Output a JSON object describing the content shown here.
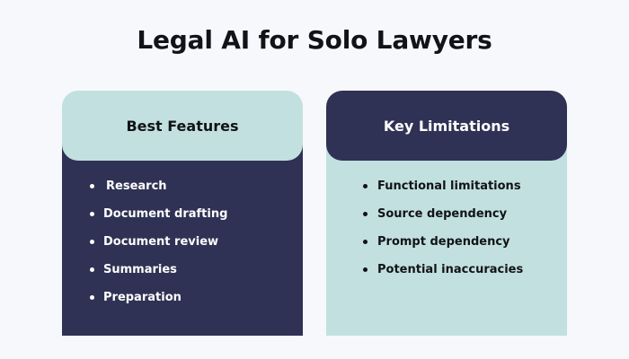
{
  "title": "Legal AI for Solo Lawyers",
  "features": {
    "heading": "Best Features",
    "items": [
      "Research",
      "Document drafting",
      "Document review",
      "Summaries",
      "Preparation"
    ]
  },
  "limitations": {
    "heading": "Key Limitations",
    "items": [
      "Functional limitations",
      "Source dependency",
      "Prompt dependency",
      "Potential inaccuracies"
    ]
  },
  "colors": {
    "navy": "#2f3254",
    "mint": "#c2e0df",
    "background": "#f6f8fb",
    "text_dark": "#111318"
  }
}
